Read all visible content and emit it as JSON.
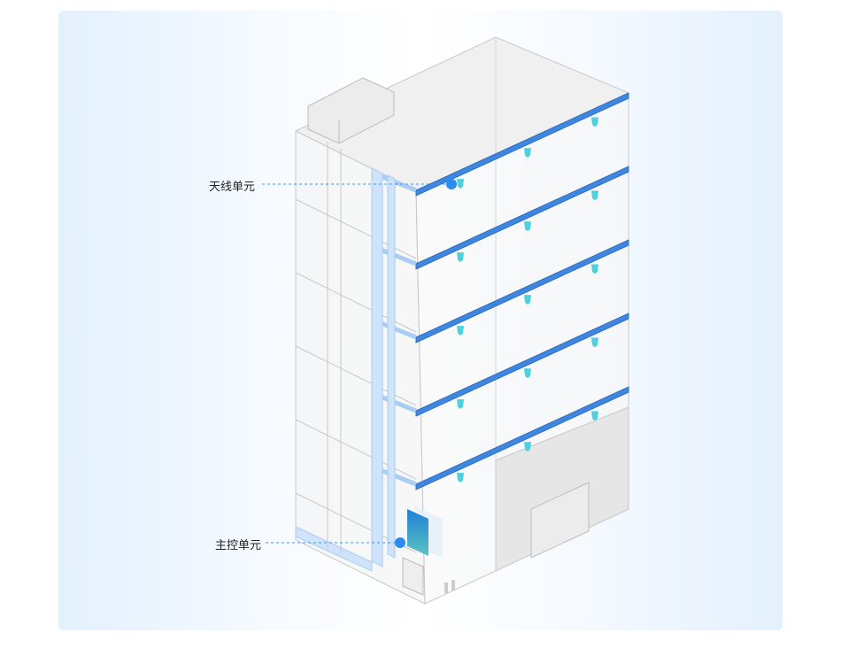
{
  "diagram": {
    "callouts": [
      {
        "id": "antenna",
        "label": "天线单元"
      },
      {
        "id": "controller",
        "label": "主控单元"
      }
    ],
    "floors": 5,
    "colors": {
      "accent": "#2b8cf0",
      "strip": "#3f86e0",
      "antenna": "#4fd0e0",
      "shaft": "#cfe4fb",
      "controller_top": "#1f7fd6",
      "controller_bottom": "#5cc3c3",
      "line": "#c8c8c8"
    }
  }
}
